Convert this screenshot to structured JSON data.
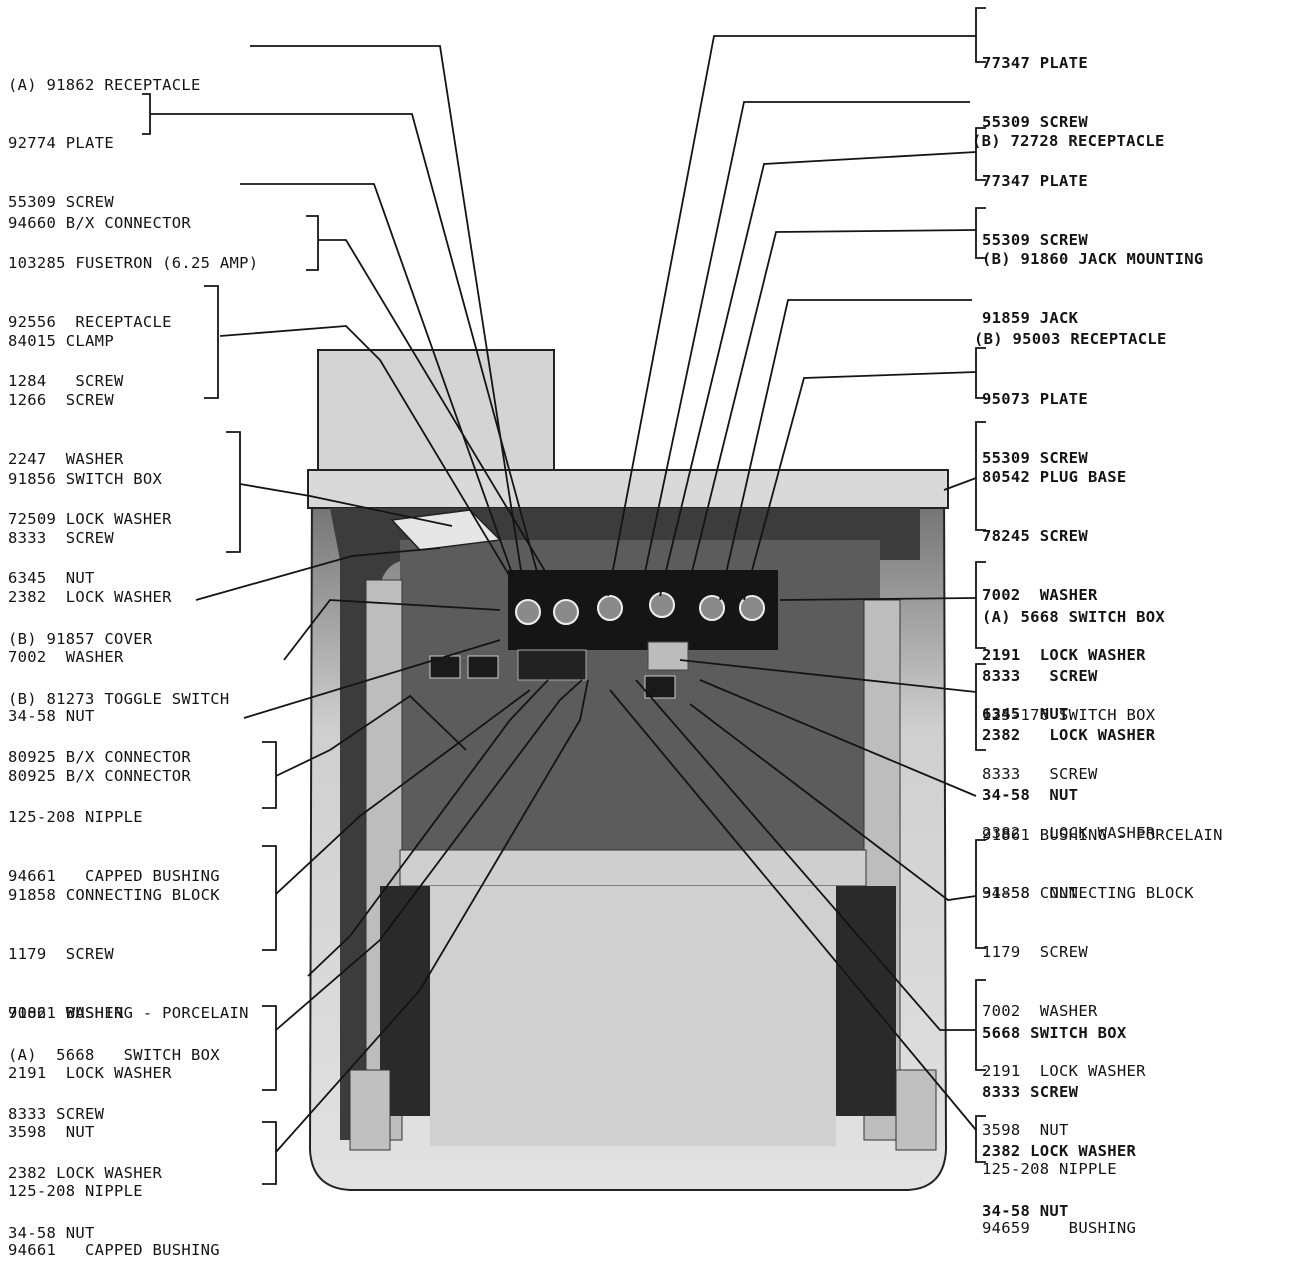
{
  "left_groups": [
    [
      "(A) 91862 RECEPTACLE"
    ],
    [
      "92774 PLATE",
      "55309 SCREW"
    ],
    [
      "94660 B/X CONNECTOR"
    ],
    [
      "103285 FUSETRON (6.25 AMP)",
      "92556  RECEPTACLE",
      "1284   SCREW"
    ],
    [
      "84015 CLAMP",
      "1266  SCREW",
      "2247  WASHER",
      "72509 LOCK WASHER",
      "6345  NUT"
    ],
    [
      "91856 SWITCH BOX",
      "8333  SCREW",
      "2382  LOCK WASHER",
      "7002  WASHER",
      "34-58 NUT",
      "80925 B/X CONNECTOR"
    ],
    [
      "(B) 91857 COVER"
    ],
    [
      "(B) 81273 TOGGLE SWITCH"
    ],
    [
      "80925 B/X CONNECTOR"
    ],
    [
      "125-208 NIPPLE",
      "94661   CAPPED BUSHING"
    ],
    [
      "91858 CONNECTING BLOCK",
      "1179  SCREW",
      "7002  WASHER",
      "2191  LOCK WASHER",
      "3598  NUT"
    ],
    [
      "91861 BUSHING - PORCELAIN"
    ],
    [
      "(A)  5668   SWITCH BOX",
      "8333 SCREW",
      "2382 LOCK WASHER",
      "34-58 NUT"
    ],
    [
      "125-208 NIPPLE",
      "94661   CAPPED BUSHING"
    ]
  ],
  "right_groups": [
    [
      "77347 PLATE",
      "55309 SCREW"
    ],
    [
      "(B) 72728 RECEPTACLE"
    ],
    [
      "77347 PLATE",
      "55309 SCREW"
    ],
    [
      "(B) 91860 JACK MOUNTING",
      "91859 JACK"
    ],
    [
      "(B) 95003 RECEPTACLE"
    ],
    [
      "95073 PLATE",
      "55309 SCREW"
    ],
    [
      "80542 PLUG BASE",
      "78245 SCREW",
      "7002  WASHER",
      "2191  LOCK WASHER",
      "6345  NUT"
    ],
    [
      "(A) 5668 SWITCH BOX",
      "8333   SCREW",
      "2382   LOCK WASHER",
      "34-58  NUT"
    ],
    [
      "125-176 SWITCH BOX",
      "8333   SCREW",
      "2382   LOCK WASHER",
      "34-58  NUT"
    ],
    [
      "91861 BUSHING - PORCELAIN"
    ],
    [
      "91858 CONNECTING BLOCK",
      "1179  SCREW",
      "7002  WASHER",
      "2191  LOCK WASHER",
      "3598  NUT"
    ],
    [
      "5668 SWITCH BOX",
      "8333 SCREW",
      "2382 LOCK WASHER",
      "34-58 NUT"
    ],
    [
      "125-208 NIPPLE",
      "94659    BUSHING"
    ]
  ],
  "colors": {
    "ink": "#141414",
    "cabinet": "#d6d6d6",
    "cabinet_dark": "#3a3a3a",
    "panel": "#c8c8c8"
  }
}
